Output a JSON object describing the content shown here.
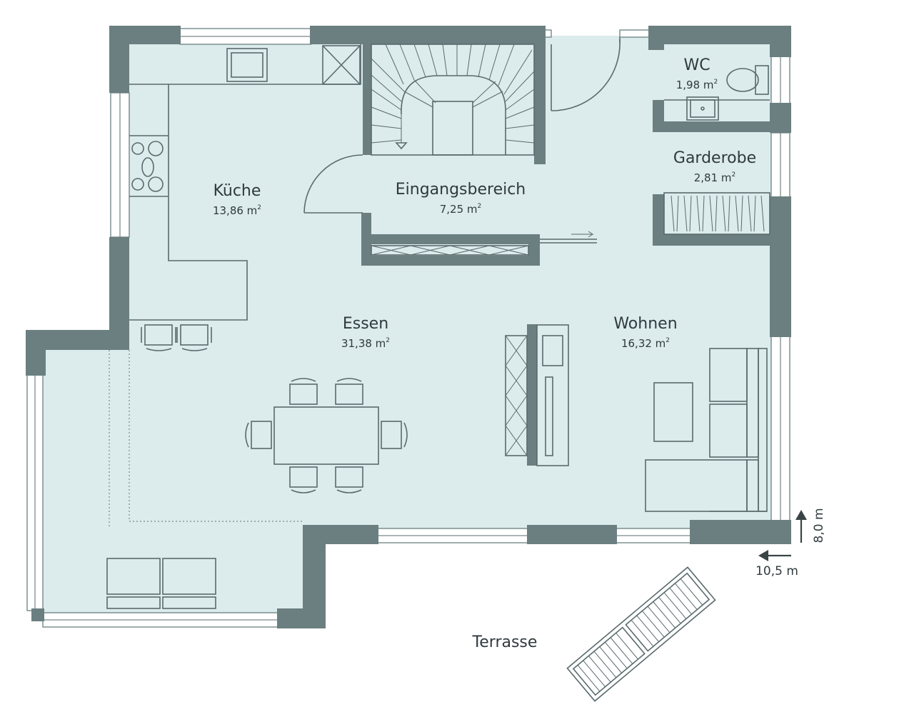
{
  "rooms": {
    "kueche": {
      "name": "Küche",
      "area": "13,86 m",
      "unit_sup": "2"
    },
    "eingang": {
      "name": "Eingangsbereich",
      "area": "7,25 m",
      "unit_sup": "2"
    },
    "wc": {
      "name": "WC",
      "area": "1,98 m",
      "unit_sup": "2"
    },
    "garderobe": {
      "name": "Garderobe",
      "area": "2,81 m",
      "unit_sup": "2"
    },
    "essen": {
      "name": "Essen",
      "area": "31,38 m",
      "unit_sup": "2"
    },
    "wohnen": {
      "name": "Wohnen",
      "area": "16,32 m",
      "unit_sup": "2"
    },
    "terrasse": {
      "name": "Terrasse"
    }
  },
  "dimensions": {
    "depth": "8,0 m",
    "width": "10,5 m"
  },
  "colors": {
    "wall": "#6b7f80",
    "floor": "#dcebec",
    "line": "#5a6b6d",
    "text": "#2f3a3e"
  }
}
